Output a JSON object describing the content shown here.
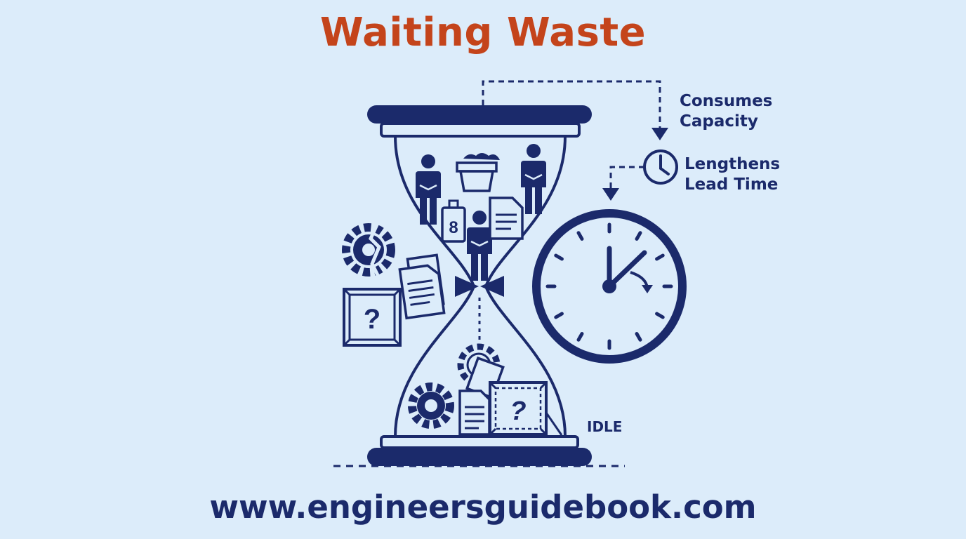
{
  "title": "Waiting Waste",
  "labels": {
    "consumes_line1": "Consumes",
    "consumes_line2": "Capacity",
    "lengthens_line1": "Lengthens",
    "lengthens_line2": "Lead Time",
    "idle": "IDLE"
  },
  "footer": "www.engineersguidebook.com",
  "icons": [
    "hourglass-icon",
    "worker-icon",
    "bin-icon",
    "document-icon",
    "bottle-icon",
    "broken-gear-icon",
    "question-box-icon",
    "clock-icon",
    "small-clock-icon",
    "gear-icon"
  ],
  "colors": {
    "primary": "#1b2a6b",
    "title": "#c4441b",
    "background": "#dcecfa"
  }
}
